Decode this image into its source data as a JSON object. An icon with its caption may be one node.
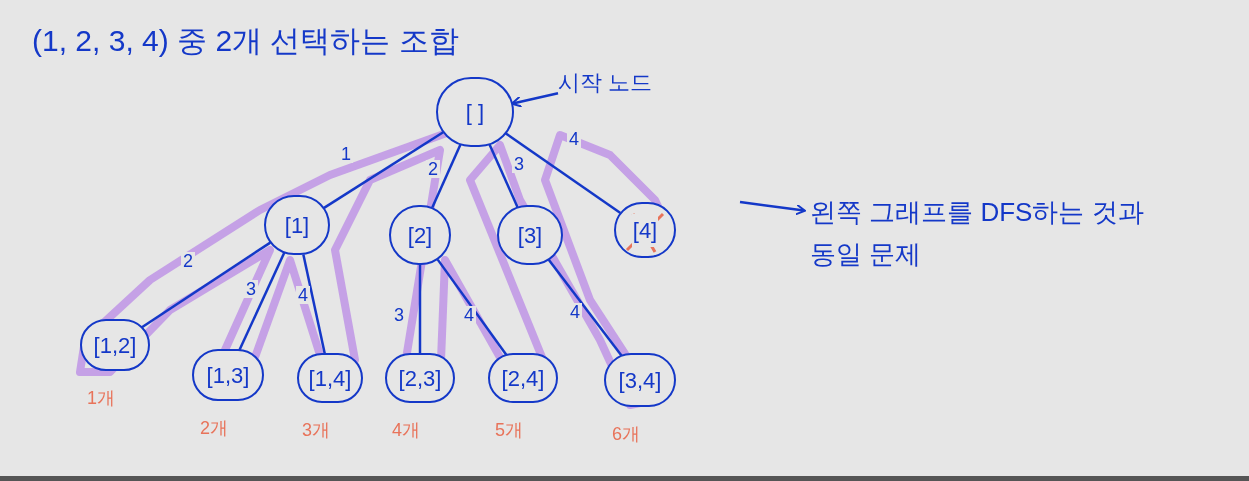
{
  "diagram": {
    "title": "(1, 2, 3, 4) 중 2개 선택하는 조합",
    "nodes": [
      {
        "text": [
          "[ ]"
        ]
      },
      {
        "text": [
          "시작 노드"
        ]
      },
      {
        "text": [
          "[1]"
        ]
      },
      {
        "text": [
          "[2]"
        ]
      },
      {
        "text": [
          "[3]"
        ]
      },
      {
        "text": [
          "[4]"
        ]
      },
      {
        "text": [
          "[1,2]"
        ],
        "beside": [
          "1개"
        ]
      },
      {
        "text": [
          "[1,3]"
        ],
        "beside": [
          "2개"
        ]
      },
      {
        "text": [
          "[1,4]"
        ],
        "beside": [
          "3개"
        ]
      },
      {
        "text": [
          "[2,3]"
        ],
        "beside": [
          "4개"
        ]
      },
      {
        "text": [
          "[2,4]"
        ],
        "beside": [
          "5개"
        ]
      },
      {
        "text": [
          "[3,4]"
        ],
        "beside": [
          "6개"
        ]
      },
      {
        "text": [
          "왼쪽 그래프를 DFS하는 것과 동일 문제"
        ]
      }
    ],
    "edges": [
      {
        "from": 1,
        "to": 0,
        "arrow": "to"
      },
      {
        "from": 0,
        "to": 2,
        "arrow": "none",
        "label": "1"
      },
      {
        "from": 0,
        "to": 3,
        "arrow": "none",
        "label": "2"
      },
      {
        "from": 0,
        "to": 4,
        "arrow": "none",
        "label": "3"
      },
      {
        "from": 0,
        "to": 5,
        "arrow": "none",
        "label": "4"
      },
      {
        "from": 2,
        "to": 6,
        "arrow": "none",
        "label": "2"
      },
      {
        "from": 2,
        "to": 7,
        "arrow": "none",
        "label": "3"
      },
      {
        "from": 2,
        "to": 8,
        "arrow": "none",
        "label": "4"
      },
      {
        "from": 3,
        "to": 9,
        "arrow": "none",
        "label": "3"
      },
      {
        "from": 3,
        "to": 10,
        "arrow": "none",
        "label": "4"
      },
      {
        "from": 4,
        "to": 11,
        "arrow": "none",
        "label": "4"
      },
      {
        "from": null,
        "to": 12,
        "arrow": "to"
      }
    ]
  }
}
